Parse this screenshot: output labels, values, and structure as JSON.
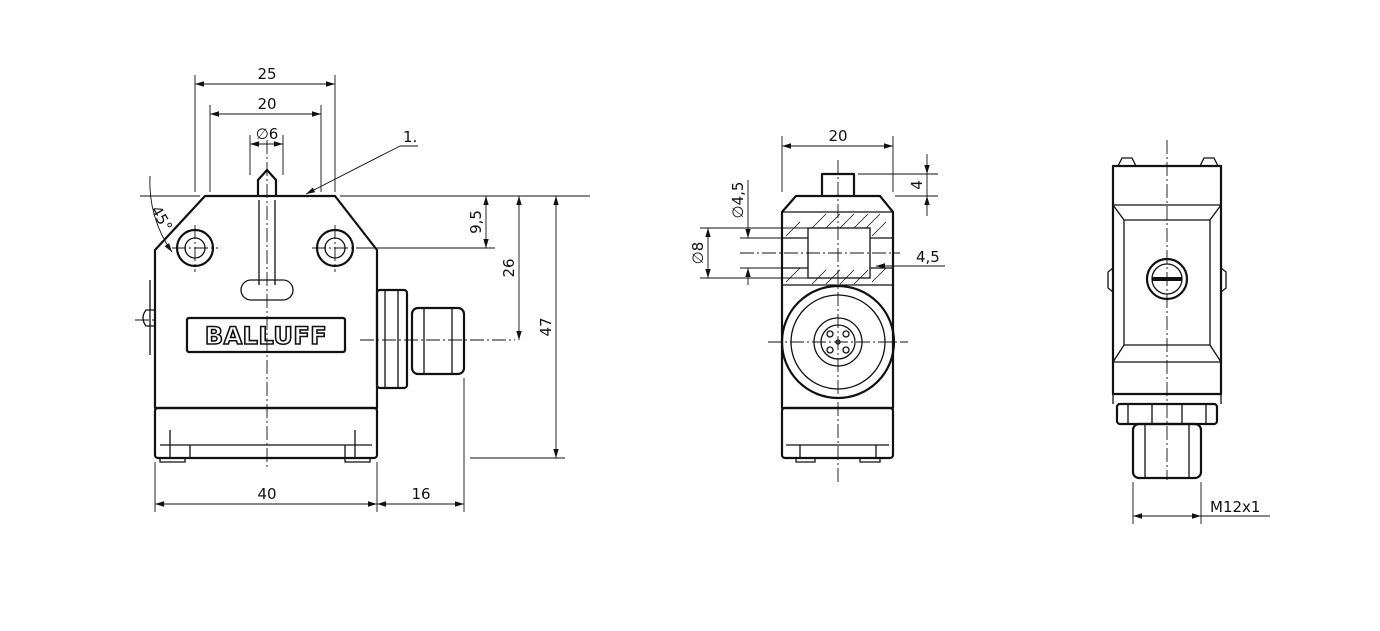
{
  "brand": {
    "logo_text": "BALLUFF"
  },
  "front_view": {
    "dim_width_outer": "25",
    "dim_width_inner": "20",
    "dim_plunger_dia": "∅6",
    "callout": "1.",
    "dim_angle": "45°",
    "dim_mount_height": "9,5",
    "dim_axis_height": "26",
    "dim_total_height": "47",
    "dim_body_width": "40",
    "dim_connector_length": "16"
  },
  "side_view": {
    "dim_width": "20",
    "dim_plunger_height": "4",
    "dim_hole_dia": "∅4,5",
    "dim_counterbore_dia": "∅8",
    "dim_counterbore_depth": "4,5"
  },
  "rear_view": {
    "dim_thread": "M12x1"
  }
}
